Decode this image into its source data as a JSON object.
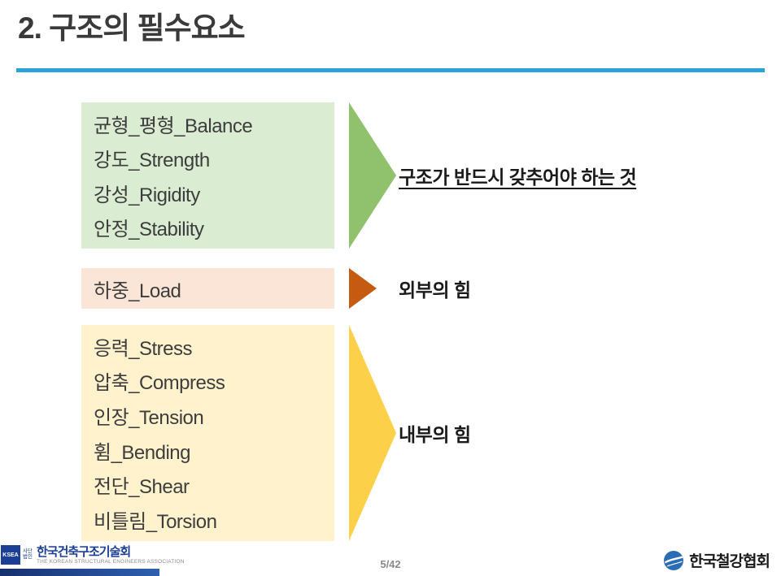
{
  "slide": {
    "title": "2. 구조의 필수요소",
    "page_number": "5/42"
  },
  "rows": [
    {
      "items": [
        "균형_평형_Balance",
        "강도_Strength",
        "강성_Rigidity",
        "안정_Stability"
      ],
      "label": "구조가 반드시 갖추어야 하는 것"
    },
    {
      "items": [
        "하중_Load"
      ],
      "label": "외부의 힘"
    },
    {
      "items": [
        "응력_Stress",
        "압축_Compress",
        "인장_Tension",
        "휨_Bending",
        "전단_Shear",
        "비틀림_Torsion"
      ],
      "label": "내부의 힘"
    }
  ],
  "colors": {
    "title_rule": "#2ba3d9",
    "requirements_box": "#daecd2",
    "requirements_arrow": "#90c26e",
    "load_box": "#fbe5d6",
    "load_arrow": "#c55a11",
    "internal_box": "#fff2cc",
    "internal_arrow": "#fdd04a"
  },
  "footer": {
    "badge": "KSEA",
    "left_prefix": "사단법인",
    "left_org": "한국건축구조기술회",
    "left_org_sub": "THE KOREAN STRUCTURAL ENGINEERS ASSOCIATION",
    "right_org": "한국철강협회"
  }
}
